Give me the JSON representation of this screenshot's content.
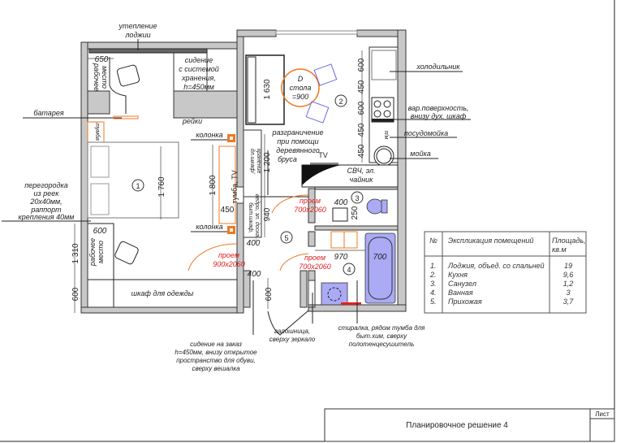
{
  "title_block": {
    "title": "Планировочное решение 4",
    "sheet_label": "Лист"
  },
  "rooms": {
    "1": "1",
    "2": "2",
    "3": "3",
    "4": "4",
    "5": "5"
  },
  "labels": {
    "loggia_insulation": [
      "утепление",
      "лоджии"
    ],
    "workplace_top": [
      "рабочее",
      "место"
    ],
    "workplace_bottom": [
      "рабочее",
      "место"
    ],
    "storage_seat": [
      "сидение",
      "с системой",
      "хранения,",
      "h=450мм"
    ],
    "radiator": "батарея",
    "slats": "рейки",
    "nightstand": "тумба",
    "speaker_top": "колонка",
    "speaker_bottom": "колонка",
    "tv_stand": "тумба, TV",
    "partition": [
      "перегородка",
      "из реек",
      "20х40мм,",
      "раппорт",
      "крепления 40мм"
    ],
    "wardrobe": "шкаф для одежды",
    "doorway_main": [
      "проем",
      "900х2060"
    ],
    "doorway_wc": [
      "проем",
      "700х2060"
    ],
    "doorway_bath": [
      "проем",
      "700х2060"
    ],
    "table_diameter": [
      "D",
      "стола",
      "=900"
    ],
    "fridge": "холодильник",
    "cooktop": [
      "вар.поверхность,",
      "внизу дух. шкаф"
    ],
    "dishwasher": "посудомойка",
    "dishwasher_mark": "п/м",
    "sink": "мойка",
    "divider": [
      "разграничение",
      "при помощи",
      "деревянного",
      "бруса"
    ],
    "tv": "TV",
    "microwave": [
      "СВЧ, эл.",
      "чайник"
    ],
    "long_cabinet": [
      "дл.шкаф/",
      "хранение"
    ],
    "utility_cabinet": [
      "быт.шкаф,",
      "ведро, эл. доска..."
    ],
    "shoe_rack": [
      "галошница,",
      "сверху зеркало"
    ],
    "washer": [
      "стиралка, рядом тумба для",
      "быт.хим, сверху",
      "полотенцесушитель"
    ],
    "custom_seat": [
      "сидение на заказ",
      "h=450мм, внизу открытое",
      "пространство для обуви,",
      "сверху вешалка"
    ]
  },
  "dimensions": {
    "workplace_top_w": "650",
    "bed_len": "1 760",
    "tv_len": "1 800",
    "tv_depth": "450",
    "workplace_bottom_w": "600",
    "left_1310": "1 310",
    "left_600": "600",
    "corridor_400_top": "400",
    "corridor_400_bot": "400",
    "corridor_600": "600",
    "sofa_len": "1 630",
    "kitchen_dims": [
      "600",
      "450",
      "600",
      "450",
      "450"
    ],
    "divider_1200": "1 200",
    "cab_940": "940",
    "wc_400": "400",
    "wc_250": "250",
    "bath_970": "970",
    "bath_700": "700"
  },
  "explication": {
    "headers": {
      "num": "№",
      "name": "Экспликация помещений",
      "area": [
        "Площадь,",
        "кв.м"
      ]
    },
    "rows": [
      {
        "num": "1.",
        "name": "Лоджия, объед. со спальней",
        "area": "19"
      },
      {
        "num": "2.",
        "name": "Кухня",
        "area": "9,6"
      },
      {
        "num": "3.",
        "name": "Санузел",
        "area": "1,2"
      },
      {
        "num": "4.",
        "name": "Ванная",
        "area": "3"
      },
      {
        "num": "5.",
        "name": "Прихожая",
        "area": "3,7"
      }
    ]
  },
  "colors": {
    "wall": "#c8c8c8",
    "accent_orange": "#f07820",
    "door_red": "#e02020",
    "plumbing_blue": "#aaaaf5"
  }
}
